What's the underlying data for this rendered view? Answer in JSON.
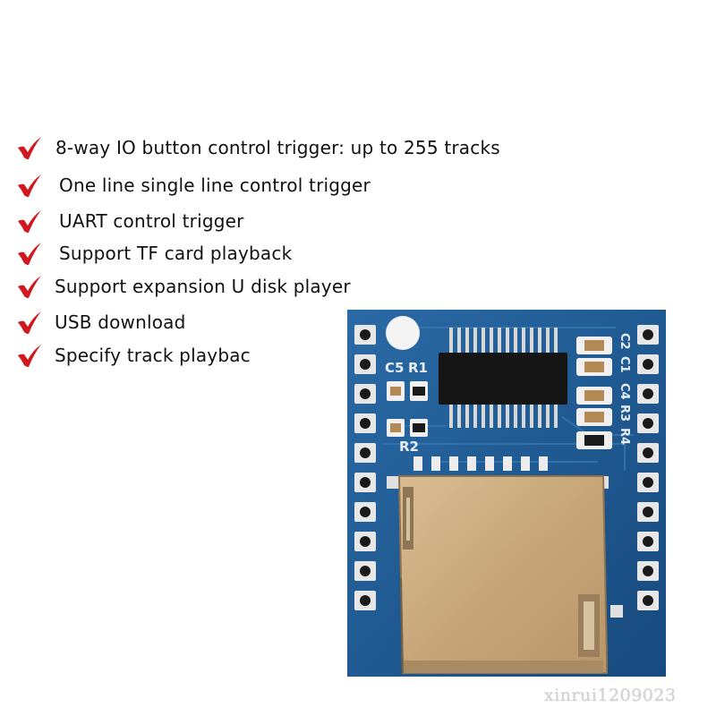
{
  "features": [
    {
      "label": "8-way IO button control trigger: up to 255 tracks",
      "icon": "checkmark-icon"
    },
    {
      "label": "One line single line control trigger",
      "icon": "checkmark-icon"
    },
    {
      "label": "UART control trigger",
      "icon": "checkmark-icon"
    },
    {
      "label": "Support TF card playback",
      "icon": "checkmark-icon"
    },
    {
      "label": "Support expansion U disk player",
      "icon": "checkmark-icon"
    },
    {
      "label": "USB download",
      "icon": "checkmark-icon"
    },
    {
      "label": "Specify track playbac",
      "icon": "checkmark-icon"
    }
  ],
  "module": {
    "silkscreen": {
      "c5": "C5",
      "r1": "R1",
      "r2": "R2",
      "c2": "C2",
      "c1": "C1",
      "c4": "C4",
      "r3": "R3",
      "r4": "R4"
    }
  },
  "watermark": "xinrui1209023",
  "colors": {
    "check": "#d0181e",
    "pcb": "#1f5d96",
    "sd_card_slot": "#c9ab7e",
    "text": "#111111"
  }
}
